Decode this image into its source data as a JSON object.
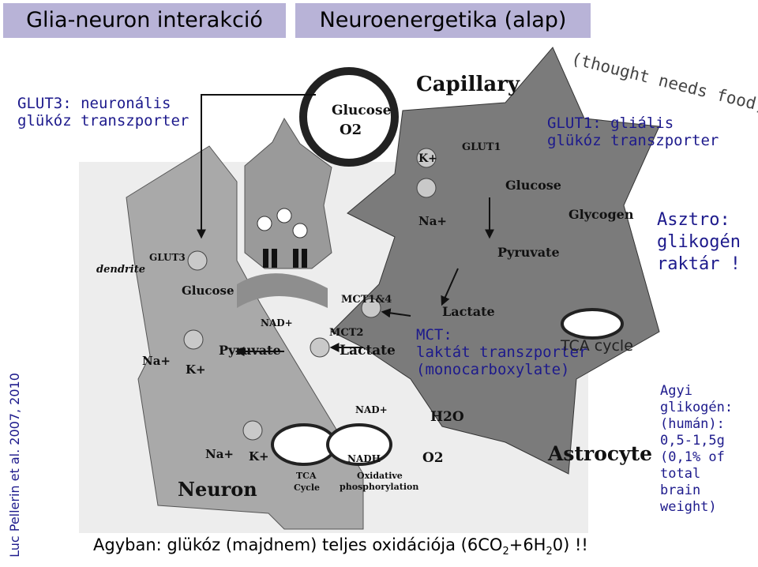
{
  "tabs": {
    "left": "Glia-neuron interakció",
    "right": "Neuroenergetika (alap)"
  },
  "notes": {
    "glut3_line1": "GLUT3: neuronális",
    "glut3_line2": "glükóz transzporter",
    "glut1_line1": "GLUT1: gliális",
    "glut1_line2": "glükóz transzporter",
    "thought": "(thought needs food)",
    "astro_line1": "Asztro:",
    "astro_line2": "glikogén",
    "astro_line3": "raktár !",
    "mct_line1": "MCT:",
    "mct_line2": "laktát transzporter",
    "mct_line3": "(monocarboxylate)",
    "tca_overlay": "TCA cycle",
    "agyi_line1": "Agyi",
    "agyi_line2": "glikogén:",
    "agyi_line3": "(humán):",
    "agyi_line4": "0,5-1,5g",
    "agyi_line5": "(0,1% of total",
    "agyi_line6": "brain weight)",
    "credit": "Luc Pellerin et al. 2007, 2010",
    "bottom_prefix": "Agyban: glükóz (majdnem) teljes oxidációja (6CO",
    "bottom_sub1": "2",
    "bottom_mid": "+6H",
    "bottom_sub2": "2",
    "bottom_suffix": "0) !!"
  },
  "figure": {
    "capillary": "Capillary",
    "glucose": "Glucose",
    "o2": "O2",
    "glut1": "GLUT1",
    "k_plus": "K+",
    "na_plus": "Na+",
    "glycogen": "Glycogen",
    "pyruvate": "Pyruvate",
    "lactate": "Lactate",
    "mct1_4": "MCT1&4",
    "mct2": "MCT2",
    "nad_plus": "NAD+",
    "nadh": "NADH",
    "h2o": "H2O",
    "astrocyte": "Astrocyte",
    "neuron": "Neuron",
    "dendrite": "dendrite",
    "glut3": "GLUT3",
    "tca": "TCA",
    "cycle": "Cycle",
    "oxidative": "Oxidative",
    "phosphorylation": "phosphorylation"
  }
}
